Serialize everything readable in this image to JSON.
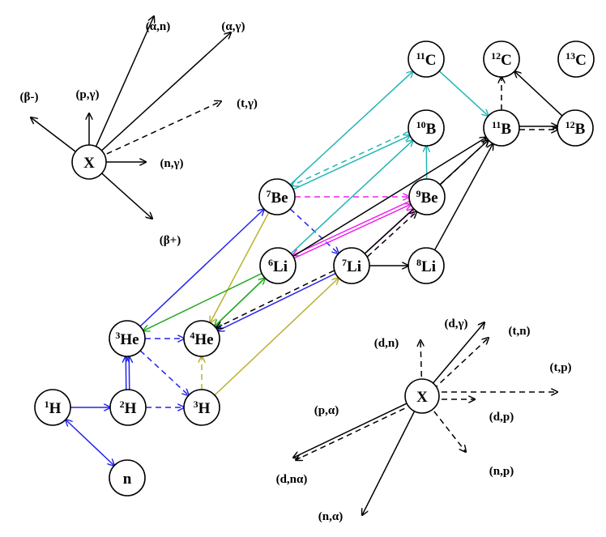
{
  "colors": {
    "black": "#000000",
    "blue": "#2222ee",
    "cyan": "#22b5b5",
    "magenta": "#ee22ee",
    "green": "#22aa22",
    "olive": "#b8b02a"
  },
  "nodes": [
    {
      "id": "H1",
      "sup": "1",
      "sym": "H"
    },
    {
      "id": "H2",
      "sup": "2",
      "sym": "H"
    },
    {
      "id": "H3",
      "sup": "3",
      "sym": "H"
    },
    {
      "id": "n",
      "sup": "",
      "sym": "n"
    },
    {
      "id": "He3",
      "sup": "3",
      "sym": "He"
    },
    {
      "id": "He4",
      "sup": "4",
      "sym": "He"
    },
    {
      "id": "Li6",
      "sup": "6",
      "sym": "Li"
    },
    {
      "id": "Li7",
      "sup": "7",
      "sym": "Li"
    },
    {
      "id": "Li8",
      "sup": "8",
      "sym": "Li"
    },
    {
      "id": "Be7",
      "sup": "7",
      "sym": "Be"
    },
    {
      "id": "Be9",
      "sup": "9",
      "sym": "Be"
    },
    {
      "id": "B10",
      "sup": "10",
      "sym": "B"
    },
    {
      "id": "B11",
      "sup": "11",
      "sym": "B"
    },
    {
      "id": "B12",
      "sup": "12",
      "sym": "B"
    },
    {
      "id": "C11",
      "sup": "11",
      "sym": "C"
    },
    {
      "id": "C12",
      "sup": "12",
      "sym": "C"
    },
    {
      "id": "C13",
      "sup": "13",
      "sym": "C"
    }
  ],
  "edges": [
    {
      "from": "H1",
      "to": "n",
      "color": "blue",
      "dashed": false,
      "both": true
    },
    {
      "from": "H1",
      "to": "H2",
      "color": "blue",
      "dashed": false
    },
    {
      "from": "H2",
      "to": "He3",
      "color": "blue",
      "dashed": false,
      "double": true
    },
    {
      "from": "H2",
      "to": "H3",
      "color": "blue",
      "dashed": true
    },
    {
      "from": "He3",
      "to": "He4",
      "color": "blue",
      "dashed": true
    },
    {
      "from": "He3",
      "to": "H3",
      "color": "blue",
      "dashed": true
    },
    {
      "from": "He3",
      "to": "Be7",
      "color": "blue",
      "dashed": false
    },
    {
      "from": "H3",
      "to": "He4",
      "color": "olive",
      "dashed": true
    },
    {
      "from": "H3",
      "to": "Li7",
      "color": "olive",
      "dashed": false
    },
    {
      "from": "Be7",
      "to": "He4",
      "color": "olive",
      "dashed": false
    },
    {
      "from": "He4",
      "to": "Li6",
      "color": "green",
      "dashed": false
    },
    {
      "from": "Li6",
      "to": "He3",
      "color": "green",
      "dashed": false
    },
    {
      "from": "Li6",
      "to": "He4",
      "color": "green",
      "dashed": false
    },
    {
      "from": "Li7",
      "to": "He4",
      "color": "blue",
      "dashed": false
    },
    {
      "from": "Li7",
      "to": "He4",
      "color": "black",
      "dashed": true,
      "offset": 4
    },
    {
      "from": "Be7",
      "to": "Li7",
      "color": "blue",
      "dashed": true
    },
    {
      "from": "Li7",
      "to": "Li8",
      "color": "black",
      "dashed": false
    },
    {
      "from": "Li6",
      "to": "Be9",
      "color": "magenta",
      "dashed": false
    },
    {
      "from": "Be9",
      "to": "Li6",
      "color": "magenta",
      "dashed": false,
      "offset": 4
    },
    {
      "from": "Li7",
      "to": "Be9",
      "color": "magenta",
      "dashed": false
    },
    {
      "from": "Li7",
      "to": "Be9",
      "color": "black",
      "dashed": true,
      "offset": 5
    },
    {
      "from": "Be7",
      "to": "Be9",
      "color": "magenta",
      "dashed": true
    },
    {
      "from": "Li6",
      "to": "B10",
      "color": "cyan",
      "dashed": false
    },
    {
      "from": "Be7",
      "to": "B10",
      "color": "cyan",
      "dashed": false
    },
    {
      "from": "B10",
      "to": "Be7",
      "color": "cyan",
      "dashed": true,
      "offset": 5
    },
    {
      "from": "Be9",
      "to": "B10",
      "color": "cyan",
      "dashed": false
    },
    {
      "from": "Be7",
      "to": "C11",
      "color": "cyan",
      "dashed": false
    },
    {
      "from": "C11",
      "to": "B11",
      "color": "cyan",
      "dashed": false
    },
    {
      "from": "Li6",
      "to": "B11",
      "color": "black",
      "dashed": false
    },
    {
      "from": "Li7",
      "to": "B11",
      "color": "black",
      "dashed": false
    },
    {
      "from": "Be9",
      "to": "B11",
      "color": "black",
      "dashed": true
    },
    {
      "from": "Li8",
      "to": "B11",
      "color": "black",
      "dashed": false
    },
    {
      "from": "B11",
      "to": "B12",
      "color": "black",
      "dashed": false,
      "double_dashed": true
    },
    {
      "from": "B11",
      "to": "C12",
      "color": "black",
      "dashed": true
    },
    {
      "from": "B12",
      "to": "C12",
      "color": "black",
      "dashed": false
    }
  ],
  "legend_top": {
    "center": "X",
    "labels": {
      "an": "(α,n)",
      "ag": "(α,γ)",
      "bminus": "(β-)",
      "pg": "(p,γ)",
      "tg": "(t,γ)",
      "ng": "(n,γ)",
      "bplus": "(β+)"
    }
  },
  "legend_bottom": {
    "center": "X",
    "labels": {
      "dg": "(d,γ)",
      "tn": "(t,n)",
      "dn": "(d,n)",
      "tp": "(t,p)",
      "pa": "(p,α)",
      "dp": "(d,p)",
      "dna": "(d,nα)",
      "np": "(n,p)",
      "na": "(n,α)"
    }
  }
}
